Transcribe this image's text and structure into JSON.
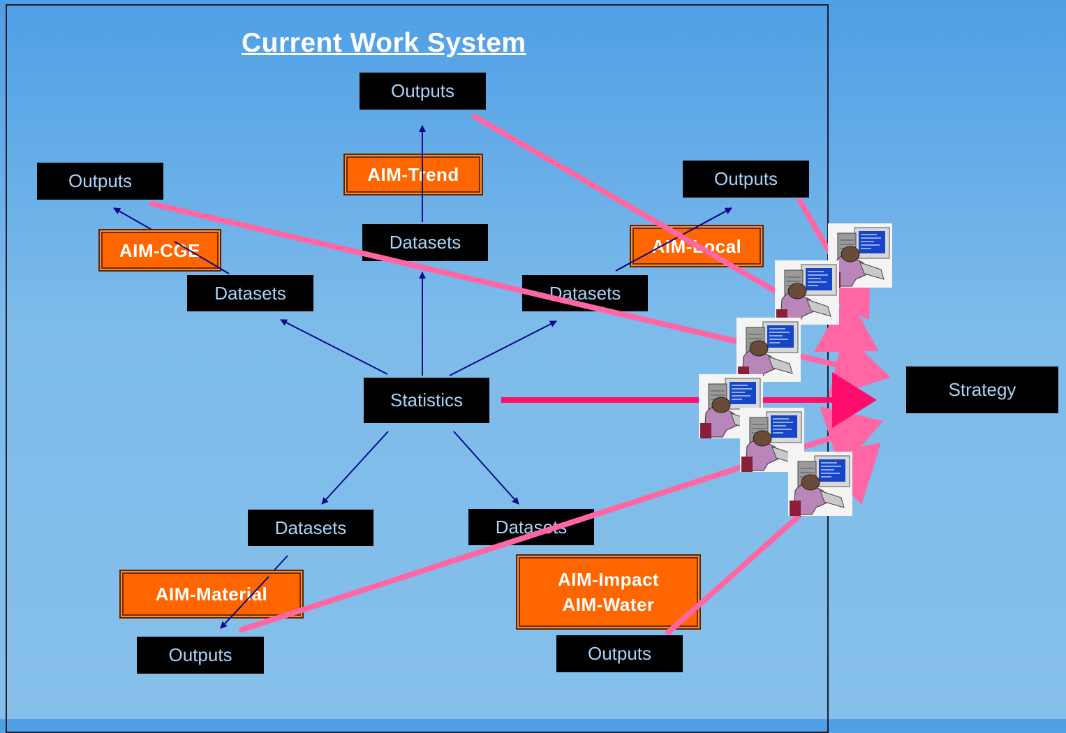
{
  "title": "Current Work System",
  "boxes": {
    "outputs_top": "Outputs",
    "outputs_left": "Outputs",
    "outputs_right": "Outputs",
    "outputs_bottom_left": "Outputs",
    "outputs_bottom_right": "Outputs",
    "datasets_left": "Datasets",
    "datasets_center": "Datasets",
    "datasets_right": "Datasets",
    "datasets_bottom_left": "Datasets",
    "datasets_bottom_right": "Datasets",
    "statistics": "Statistics",
    "strategy": "Strategy"
  },
  "models": {
    "trend": "AIM-Trend",
    "cge": "AIM-CGE",
    "local": "AIM-Local",
    "material": "AIM-Material",
    "impact": "AIM-Impact",
    "water": "AIM-Water"
  },
  "icons": [
    "frustrated-worker-icon",
    "computer-icon"
  ],
  "colors": {
    "box": "#000000",
    "box_text": "#a9d4f8",
    "model": "#ff6600",
    "flow_arrow": "#0a0a8a",
    "pink_arrow": "#ff66a3",
    "main_arrow": "#ff0f6b"
  }
}
